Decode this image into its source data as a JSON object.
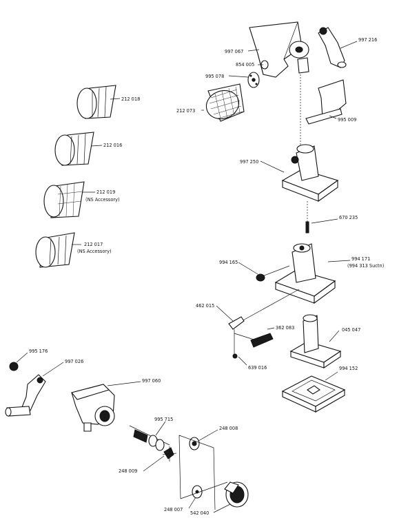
{
  "labels": {
    "p997216": "997 216",
    "p997067": "997 067",
    "p854005": "854 005",
    "p995078": "995 078",
    "p212073": "212 073",
    "p995009": "995 009",
    "p212018": "212 018",
    "p212016": "212 016",
    "p212019": "212 019",
    "p212019_note": "(NS Accessory)",
    "p212017": "212 017",
    "p212017_note": "(NS Accessory)",
    "p997250": "997 250",
    "p670235": "670 235",
    "p994165": "994 165",
    "p994171": "994 171",
    "p994171_note": "(994 313 Suctn)",
    "p462015": "462 015",
    "p362083": "362 083",
    "p045047": "045 047",
    "p639016": "639 016",
    "p994152": "994 152",
    "p995176": "995 176",
    "p997026": "997 026",
    "p997060": "997 060",
    "p995715": "995 715",
    "p248008": "248 008",
    "p248009": "248 009",
    "p248007": "248 007",
    "p542040": "542 040"
  }
}
